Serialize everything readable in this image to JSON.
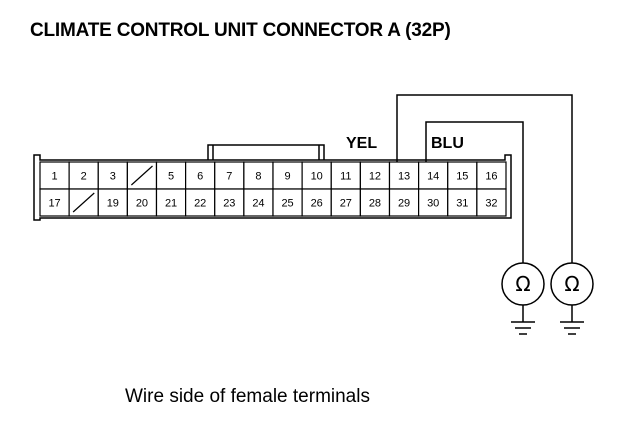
{
  "title": "CLIMATE CONTROL UNIT CONNECTOR A (32P)",
  "caption": "Wire side of female terminals",
  "connector": {
    "row1": [
      "1",
      "2",
      "3",
      "",
      "5",
      "6",
      "7",
      "8",
      "9",
      "10",
      "11",
      "12",
      "13",
      "14",
      "15",
      "16"
    ],
    "row2": [
      "17",
      "",
      "19",
      "20",
      "21",
      "22",
      "23",
      "24",
      "25",
      "26",
      "27",
      "28",
      "29",
      "30",
      "31",
      "32"
    ]
  },
  "wires": [
    {
      "label": "YEL",
      "terminal": "13"
    },
    {
      "label": "BLU",
      "terminal": "14"
    }
  ],
  "meters": [
    {
      "symbol": "Ω",
      "icon": "ohmmeter-icon"
    },
    {
      "symbol": "Ω",
      "icon": "ohmmeter-icon"
    }
  ],
  "icons": [
    "ohmmeter-icon",
    "ground-icon"
  ]
}
